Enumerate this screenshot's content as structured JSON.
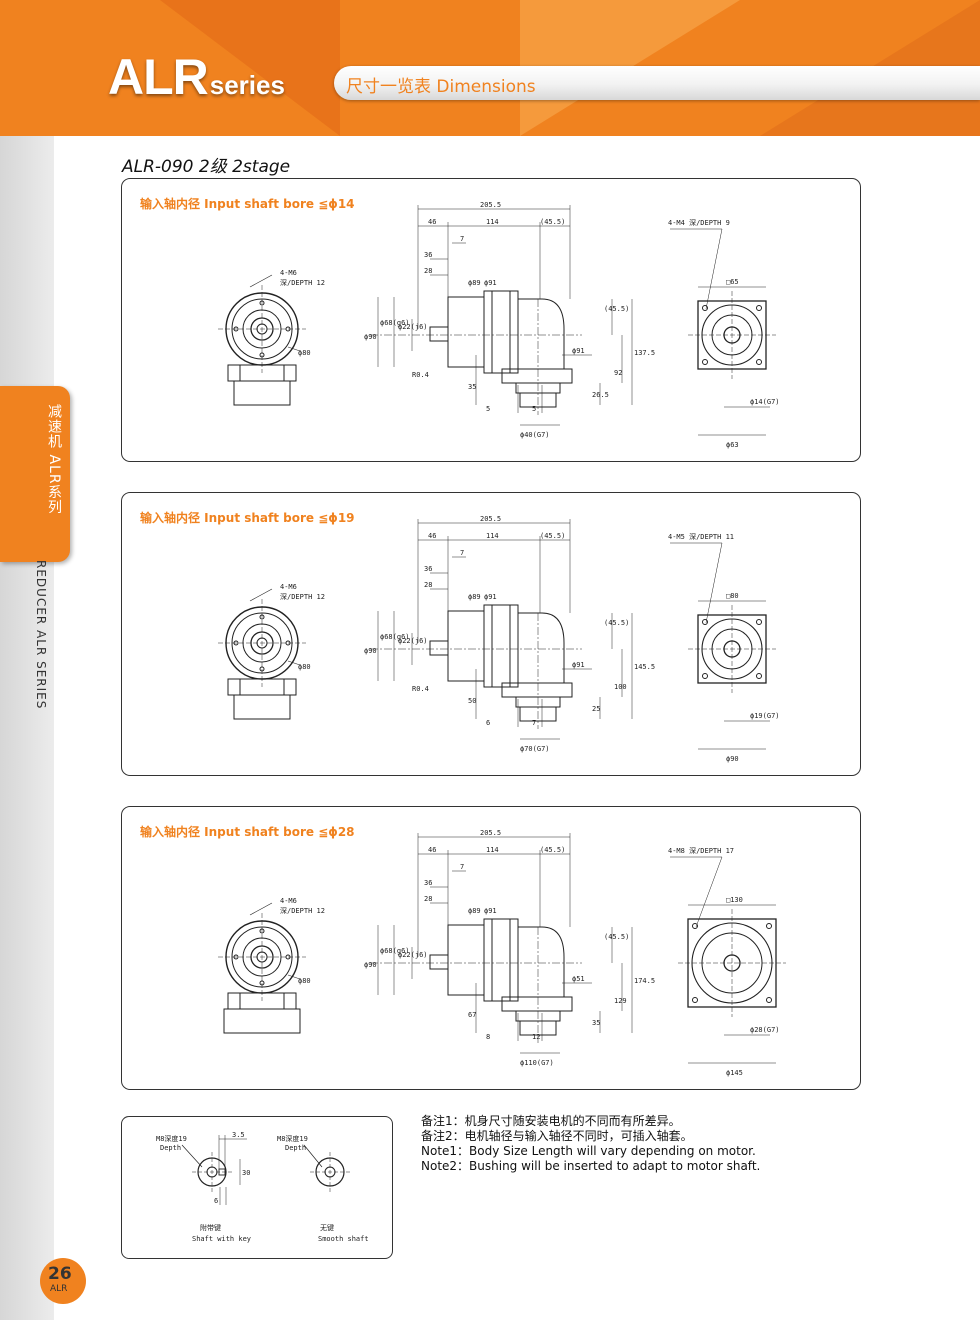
{
  "header": {
    "logo_main": "ALR",
    "logo_sub": "series",
    "banner": "尺寸一览表 Dimensions",
    "colors": {
      "orange": "#f0821f",
      "dark_orange": "#e8731a"
    }
  },
  "sidebar": {
    "tab_text": "减速机 ALR系列",
    "label": "REDUCER ALR SERIES",
    "page_number": "26",
    "page_sub": "ALR"
  },
  "model_title": "ALR-090  2级 2stage",
  "panels": [
    {
      "label": "输入轴内径  Input shaft bore  ≦ϕ14",
      "front_callout_a": "4-M6",
      "front_callout_b": "深/DEPTH 12",
      "front_dia": "ϕ80",
      "d_total": "205.5",
      "d_46": "46",
      "d_114": "114",
      "d_455": "(45.5)",
      "d_7": "7",
      "d_36": "36",
      "d_28": "28",
      "d_89": "ϕ89",
      "d_91a": "ϕ91",
      "d_90": "ϕ90",
      "d_68": "ϕ68(g6)",
      "d_22": "ϕ22(j6)",
      "d_r": "R0.4",
      "d_out": "ϕ91",
      "d_hv1": "(45.5)",
      "d_hv2": "137.5",
      "d_hv3": "92",
      "d_low1": "35",
      "d_low2": "5",
      "d_low3": "5",
      "d_low4": "26.5",
      "d_bottom": "ϕ40(G7)",
      "end_callout": "4-M4  深/DEPTH  9",
      "end_square": "□65",
      "end_bore": "ϕ14(G7)",
      "end_dia": "ϕ63"
    },
    {
      "label": "输入轴内径  Input shaft bore  ≦ϕ19",
      "front_callout_a": "4-M6",
      "front_callout_b": "深/DEPTH 12",
      "front_dia": "ϕ80",
      "d_total": "205.5",
      "d_46": "46",
      "d_114": "114",
      "d_455": "(45.5)",
      "d_7": "7",
      "d_36": "36",
      "d_28": "28",
      "d_89": "ϕ89",
      "d_91a": "ϕ91",
      "d_90": "ϕ90",
      "d_68": "ϕ68(g6)",
      "d_22": "ϕ22(j6)",
      "d_r": "R0.4",
      "d_out": "ϕ91",
      "d_hv1": "(45.5)",
      "d_hv2": "145.5",
      "d_hv3": "100",
      "d_low1": "50",
      "d_low2": "6",
      "d_low3": "7",
      "d_low4": "25",
      "d_bottom": "ϕ70(G7)",
      "end_callout": "4-M5  深/DEPTH  11",
      "end_square": "□80",
      "end_bore": "ϕ19(G7)",
      "end_dia": "ϕ90"
    },
    {
      "label": "输入轴内径  Input shaft bore  ≦ϕ28",
      "front_callout_a": "4-M6",
      "front_callout_b": "深/DEPTH 12",
      "front_dia": "ϕ80",
      "d_total": "205.5",
      "d_46": "46",
      "d_114": "114",
      "d_455": "(45.5)",
      "d_7": "7",
      "d_36": "36",
      "d_28": "28",
      "d_89": "ϕ89",
      "d_91a": "ϕ91",
      "d_90": "ϕ90",
      "d_68": "ϕ68(g6)",
      "d_22": "ϕ22(j6)",
      "d_r": "",
      "d_out": "ϕ51",
      "d_hv1": "(45.5)",
      "d_hv2": "174.5",
      "d_hv3": "129",
      "d_low1": "67",
      "d_low2": "8",
      "d_low3": "12",
      "d_low4": "35",
      "d_bottom": "ϕ110(G7)",
      "end_callout": "4-M8  深/DEPTH  17",
      "end_square": "□130",
      "end_bore": "ϕ28(G7)",
      "end_dia": "ϕ145"
    }
  ],
  "shaft_box": {
    "key_title": "M8深度19",
    "key_depth": "Depth",
    "key_dim": "3.5",
    "key_dim2": "30",
    "key_dim3": "6",
    "key_cn": "附带键",
    "key_en": "Shaft with key",
    "smooth_title": "M8深度19",
    "smooth_depth": "Depth",
    "smooth_cn": "无键",
    "smooth_en": "Smooth shaft"
  },
  "notes": [
    "备注1：机身尺寸随安装电机的不同而有所差异。",
    "备注2：电机轴径与输入轴径不同时，可插入轴套。",
    "Note1：Body Size Length will vary depending on motor.",
    "Note2：Bushing will be inserted to adapt to motor shaft."
  ]
}
